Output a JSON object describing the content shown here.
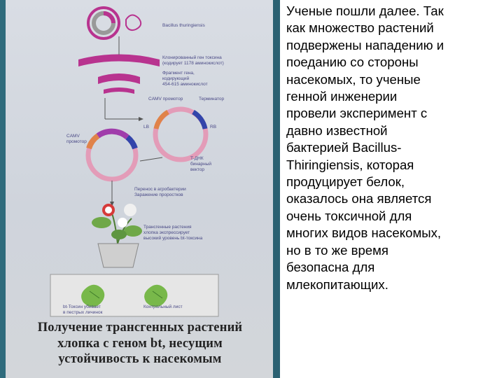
{
  "paragraph": [
    "Ученые пошли далее. Так",
    "как множество растений",
    "подвержены нападению и",
    "поеданию со стороны",
    "насекомых, то ученые",
    "генной инженерии",
    "провели эксперимент с",
    "давно известной",
    "бактерией Bacillus-",
    "Thiringiensis, которая",
    "продуцирует белок,",
    "оказалось она является",
    "очень токсичной для",
    "многих видов насекомых,",
    "но в то же время",
    "безопасна для",
    "млекопитающих."
  ],
  "poster": {
    "caption_lines": [
      "Получение трансгенных растений",
      "хлопка с геном bt, несущим",
      "устойчивость к насекомым"
    ],
    "labels": {
      "bacillus": "Bacillus thuringiensis",
      "cloned_gene_1": "Клонированный ген токсина",
      "cloned_gene_2": "(кодирует 1178 аминокислот)",
      "fragment_1": "Фрагмент гена,",
      "fragment_2": "кодирующий",
      "fragment_3": "454-615 аминокислот",
      "camv_promoter": "CAMV промотор",
      "terminator": "Терминатор",
      "lb": "LB",
      "rb": "RB",
      "camv_1": "CAMV",
      "camv_2": "промотор",
      "tdna_1": "T-ДНК",
      "tdna_2": "бинарный",
      "tdna_3": "вектор",
      "transfer_1": "Перенос в агробактерии",
      "transfer_2": "Заражение проростков",
      "transgenic_1": "Трансгенные растения",
      "transgenic_2": "хлопка экспрессирует",
      "transgenic_3": "высокий уровень bt-токсина",
      "bt_leaf_1": "bt-Токсин убивает",
      "bt_leaf_2": "в пестрых личинок",
      "control_leaf": "Контрольный лист"
    }
  },
  "colors": {
    "magenta": "#b8338f",
    "plasmid_ring": "#e39cb8",
    "segment_orange": "#e0834a",
    "segment_blue": "#3344aa",
    "segment_purple": "#a03dab",
    "leaf_green": "#78b84a",
    "pot": "#cfcfcf"
  }
}
